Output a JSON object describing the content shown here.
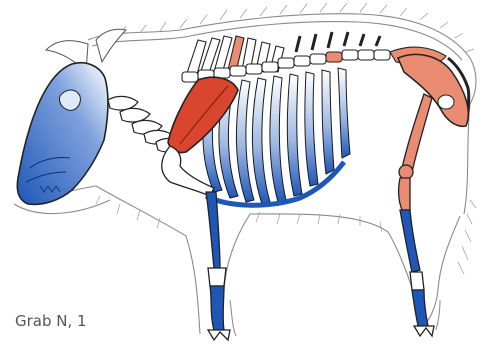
{
  "caption": "Grab N, 1",
  "colors": {
    "blue": "#1f57b8",
    "blue_light": "#9db7e3",
    "red": "#d9452f",
    "salmon": "#e98c72",
    "outline": "#222222",
    "hair": "#8a8a8a",
    "bone": "#ffffff"
  },
  "legend_of_highlights": {
    "blue_regions": [
      "skull",
      "ribs",
      "foreleg-bones",
      "hind-metatarsals"
    ],
    "red_regions": [
      "scapula"
    ],
    "salmon_regions": [
      "thoracic-spines",
      "sacrum",
      "pelvis",
      "femur",
      "tibia"
    ]
  }
}
